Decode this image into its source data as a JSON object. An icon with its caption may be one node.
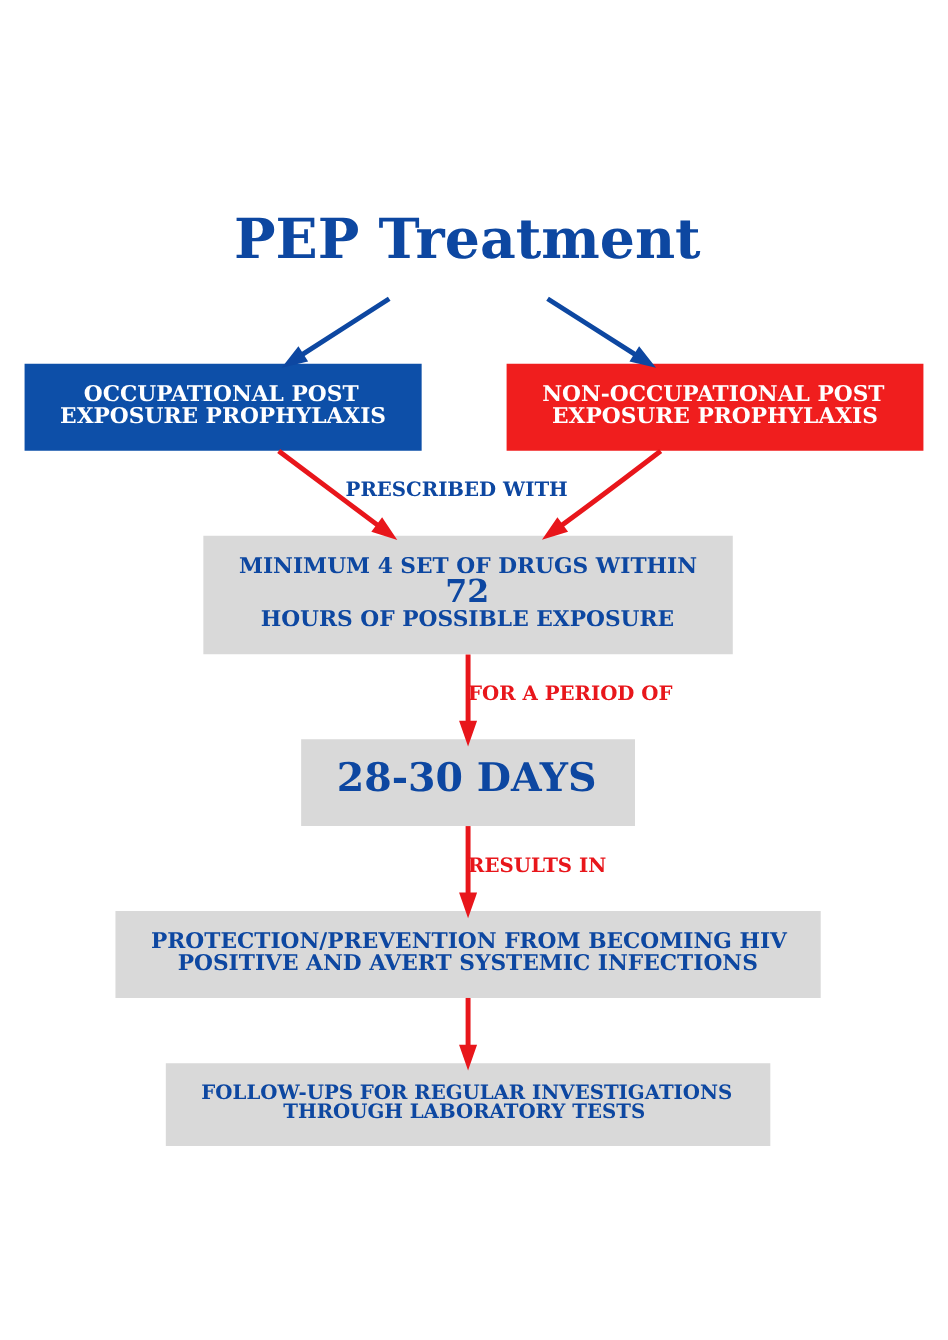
{
  "diagram": {
    "nodes": [
      {
        "text": [
          "PEP Treatment"
        ]
      },
      {
        "text": [
          "OCCUPATIONAL POST EXPOSURE PROPHYLAXIS"
        ]
      },
      {
        "text": [
          "NON-OCCUPATIONAL POST EXPOSURE PROPHYLAXIS"
        ]
      },
      {
        "text": [
          "MINIMUM 4 SET OF DRUGS WITHIN",
          "72",
          "HOURS OF POSSIBLE EXPOSURE"
        ]
      },
      {
        "text": [
          "28-30 DAYS"
        ]
      },
      {
        "text": [
          "PROTECTION/PREVENTION FROM BECOMING HIV POSITIVE AND AVERT SYSTEMIC INFECTIONS"
        ]
      },
      {
        "text": [
          "FOLLOW-UPS FOR REGULAR INVESTIGATIONS THROUGH LABORATORY TESTS"
        ]
      }
    ],
    "edges": [
      {
        "from": 0,
        "to": 1,
        "arrow": "to",
        "color": "#0d47a1"
      },
      {
        "from": 0,
        "to": 2,
        "arrow": "to",
        "color": "#0d47a1"
      },
      {
        "from": 1,
        "to": 3,
        "arrow": "to",
        "label": "PRESCRIBED WITH"
      },
      {
        "from": 2,
        "to": 3,
        "arrow": "to"
      },
      {
        "from": 3,
        "to": 4,
        "arrow": "to",
        "label": "FOR A PERIOD OF"
      },
      {
        "from": 4,
        "to": 5,
        "arrow": "to",
        "label": "RESULTS IN"
      },
      {
        "from": 5,
        "to": 6,
        "arrow": "to"
      }
    ]
  }
}
